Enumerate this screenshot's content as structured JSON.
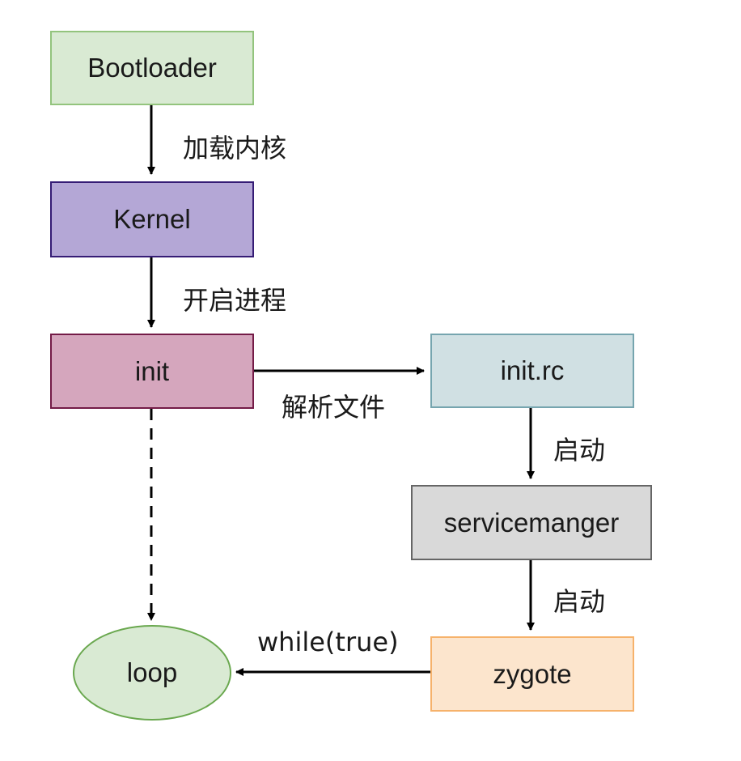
{
  "nodes": {
    "bootloader": {
      "label": "Bootloader",
      "fill": "#d9ead3",
      "stroke": "#93c47d"
    },
    "kernel": {
      "label": "Kernel",
      "fill": "#b4a7d6",
      "stroke": "#351c75"
    },
    "init": {
      "label": "init",
      "fill": "#d5a6bd",
      "stroke": "#741b47"
    },
    "init_rc": {
      "label": "init.rc",
      "fill": "#d0e0e3",
      "stroke": "#76a5af"
    },
    "servicemanger": {
      "label": "servicemanger",
      "fill": "#d9d9d9",
      "stroke": "#666666"
    },
    "zygote": {
      "label": "zygote",
      "fill": "#fce5cd",
      "stroke": "#f6b26b"
    },
    "loop": {
      "label": "loop",
      "fill": "#d9ead3",
      "stroke": "#6aa84f"
    }
  },
  "edges": {
    "bootloader_kernel": "加载内核",
    "kernel_init": "开启进程",
    "init_initrc": "解析文件",
    "initrc_servicemanger": "启动",
    "servicemanger_zygote": "启动",
    "zygote_loop": "while(true)"
  }
}
